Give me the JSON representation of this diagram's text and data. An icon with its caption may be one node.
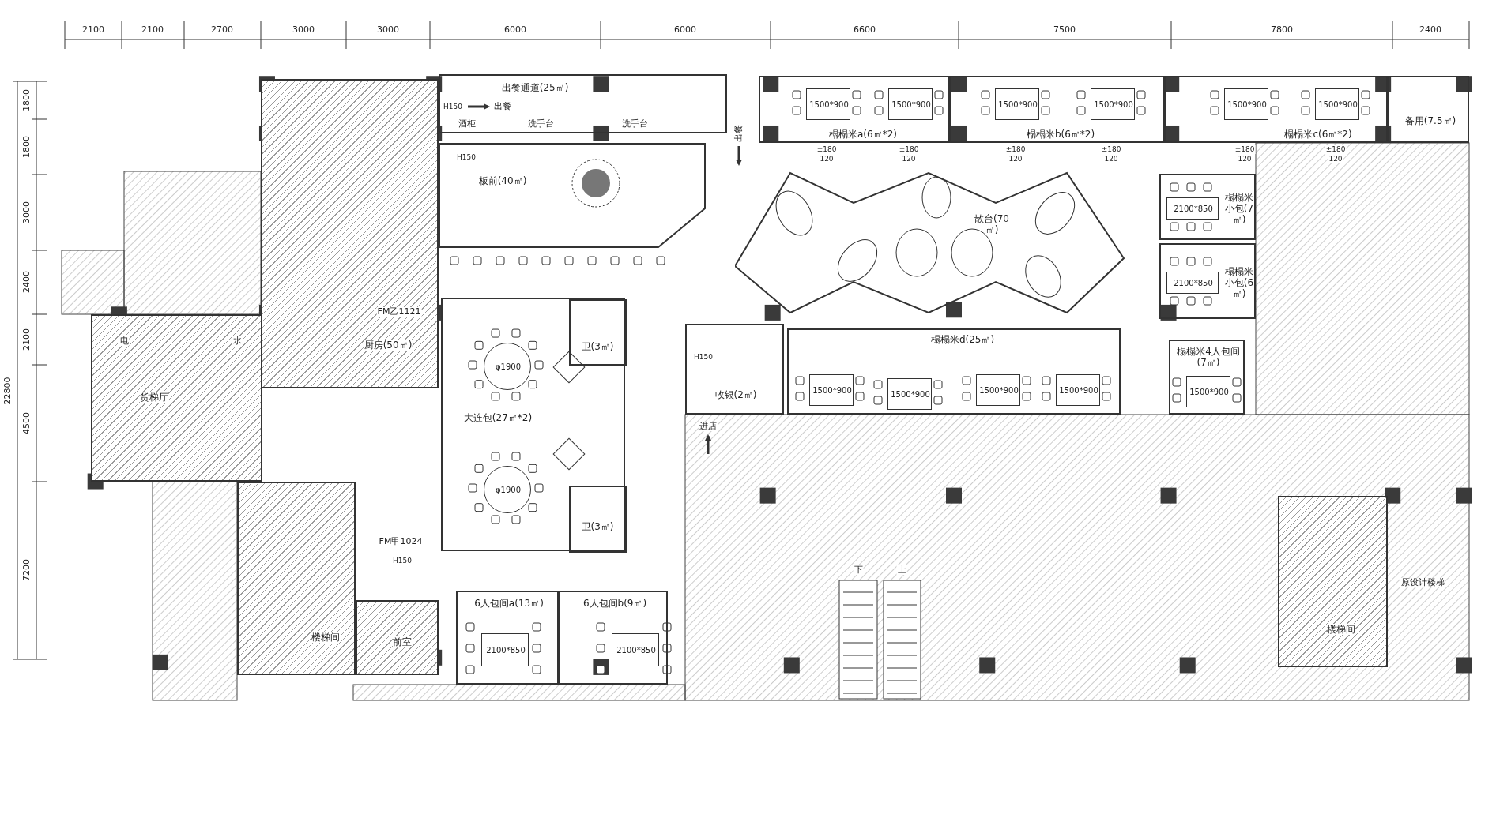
{
  "diagram": {
    "nodes": [
      {
        "text": [
          "出餐通道(25㎡)"
        ]
      },
      {
        "text": [
          "榻榻米a(6㎡*2)"
        ]
      },
      {
        "text": [
          "榻榻米b(6㎡*2)"
        ]
      },
      {
        "text": [
          "榻榻米c(6㎡*2)"
        ]
      },
      {
        "text": [
          "备用(7.5㎡)"
        ]
      },
      {
        "text": [
          "厨房(50㎡)"
        ]
      },
      {
        "text": [
          "板前(40㎡)"
        ]
      },
      {
        "text": [
          "散台(70㎡)"
        ]
      },
      {
        "text": [
          "榻榻米小包(7㎡)"
        ]
      },
      {
        "text": [
          "榻榻米小包(6㎡)"
        ]
      },
      {
        "text": [
          "大连包(27㎡*2)"
        ]
      },
      {
        "text": [
          "卫(3㎡)"
        ],
        "in": 10
      },
      {
        "text": [
          "收银(2㎡)"
        ]
      },
      {
        "text": [
          "榻榻米d(25㎡)"
        ]
      },
      {
        "text": [
          "榻榻米4人包间(7㎡)"
        ]
      },
      {
        "text": [
          "货梯厅"
        ]
      },
      {
        "text": [
          "卫(3㎡)"
        ],
        "in": 10
      },
      {
        "text": [
          "楼梯间"
        ]
      },
      {
        "text": [
          "前室"
        ]
      },
      {
        "text": [
          "6人包间a(13㎡)"
        ]
      },
      {
        "text": [
          "6人包间b(9㎡)"
        ]
      },
      {
        "text": [
          "楼梯间"
        ]
      },
      {
        "text": [
          "1500*900"
        ],
        "in": 1
      },
      {
        "text": [
          "1500*900"
        ],
        "in": 1
      },
      {
        "text": [
          "1500*900"
        ],
        "in": 2
      },
      {
        "text": [
          "1500*900"
        ],
        "in": 2
      },
      {
        "text": [
          "1500*900"
        ],
        "in": 3
      },
      {
        "text": [
          "1500*900"
        ],
        "in": 3
      },
      {
        "text": [
          "2100*850"
        ],
        "in": 8
      },
      {
        "text": [
          "2100*850"
        ],
        "in": 9
      },
      {
        "text": [
          "φ1900"
        ],
        "in": 10
      },
      {
        "text": [
          "φ1900"
        ],
        "in": 10
      },
      {
        "text": [
          "1500*900"
        ],
        "in": 13
      },
      {
        "text": [
          "1500*900"
        ],
        "in": 13
      },
      {
        "text": [
          "1500*900"
        ],
        "in": 13
      },
      {
        "text": [
          "1500*900"
        ],
        "in": 13
      },
      {
        "text": [
          "1500*900"
        ],
        "in": 14
      },
      {
        "text": [
          "2100*850"
        ],
        "in": 19
      },
      {
        "text": [
          "2100*850"
        ],
        "in": 20
      }
    ],
    "labels": [
      "2100",
      "2100",
      "2700",
      "3000",
      "3000",
      "6000",
      "6000",
      "6600",
      "7500",
      "7800",
      "2400",
      "1800",
      "1800",
      "3000",
      "2400",
      "2100",
      "4500",
      "7200",
      "22800",
      "H150",
      "出餐",
      "酒柜",
      "洗手台",
      "洗手台",
      "H150",
      "出餐",
      "±180",
      "120",
      "±180",
      "120",
      "±180",
      "120",
      "±180",
      "120",
      "±180",
      "120",
      "±180",
      "120",
      "FM乙1121",
      "电",
      "水",
      "H150",
      "进店",
      "FM甲1024",
      "H150",
      "下",
      "上",
      "原设计楼梯"
    ]
  }
}
